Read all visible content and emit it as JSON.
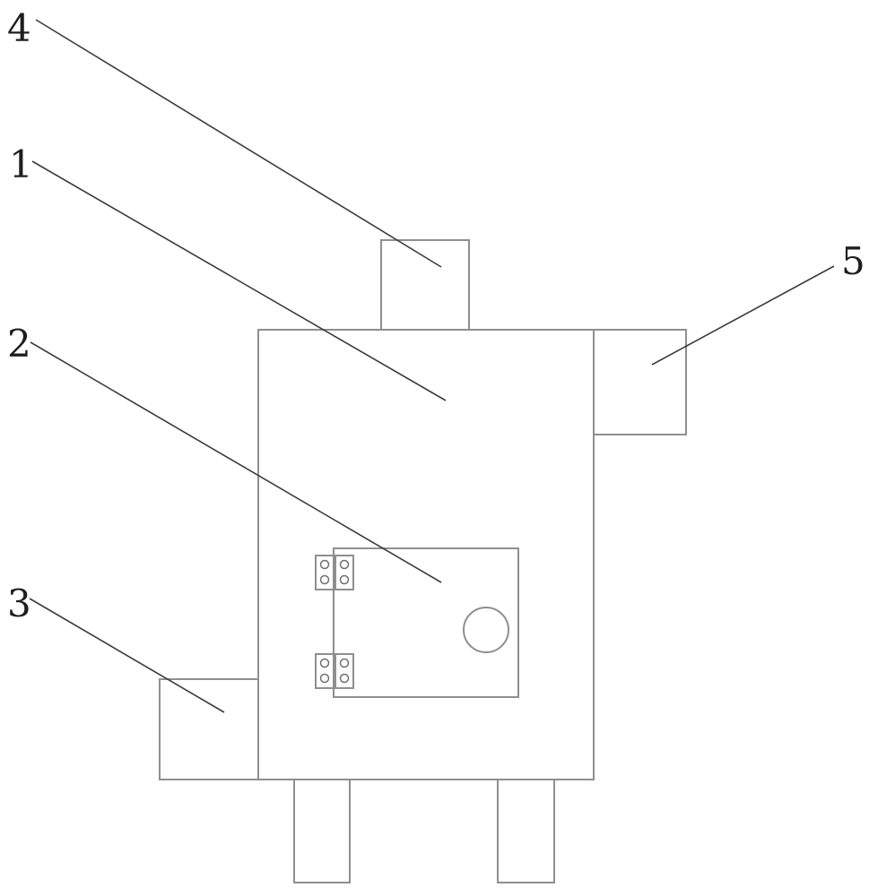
{
  "figure": {
    "labels": [
      {
        "ref": "4",
        "text": "4",
        "points_to": "top-inlet-block"
      },
      {
        "ref": "1",
        "text": "1",
        "points_to": "main-housing"
      },
      {
        "ref": "2",
        "text": "2",
        "points_to": "access-door-panel"
      },
      {
        "ref": "3",
        "text": "3",
        "points_to": "left-lower-block"
      },
      {
        "ref": "5",
        "text": "5",
        "points_to": "right-outlet-block"
      }
    ]
  }
}
